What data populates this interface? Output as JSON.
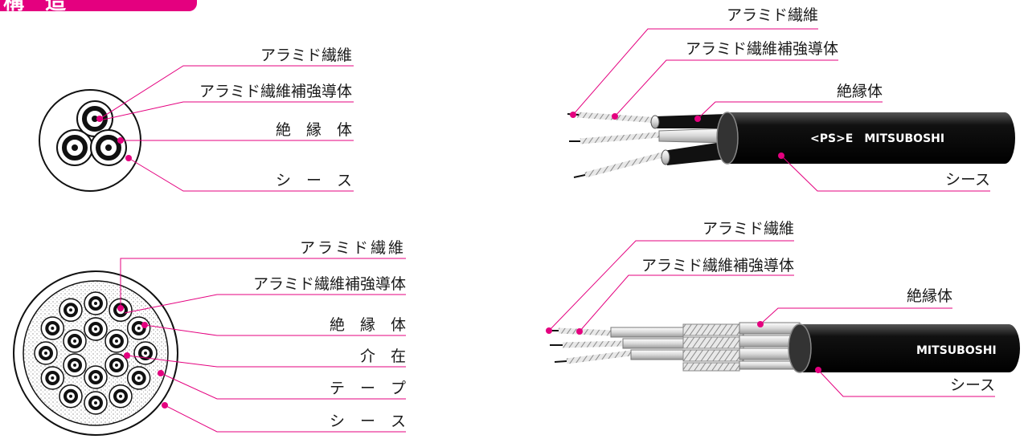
{
  "header": {
    "tag_text": "構　造"
  },
  "diagram_a": {
    "labels": [
      "アラミド繊維",
      "アラミド繊維補強導体",
      "絶　縁　体",
      "シ　ー　ス"
    ]
  },
  "diagram_b": {
    "labels": [
      "アラミド繊維",
      "アラミド繊維補強導体",
      "絶縁体",
      "シース"
    ],
    "marking": "<PS>E　MITSUBOSHI"
  },
  "diagram_c": {
    "labels": [
      "アラミド繊維",
      "アラミド繊維補強導体",
      "絶　縁　体",
      "介　在",
      "テ　ー　プ",
      "シ　ー　ス"
    ]
  },
  "diagram_d": {
    "labels": [
      "アラミド繊維",
      "アラミド繊維補強導体",
      "絶縁体",
      "シース"
    ],
    "marking": "MITSUBOSHI"
  },
  "colors": {
    "accent": "#e4007f",
    "sheath": "#111111",
    "conductor": "#cfcfcf"
  }
}
